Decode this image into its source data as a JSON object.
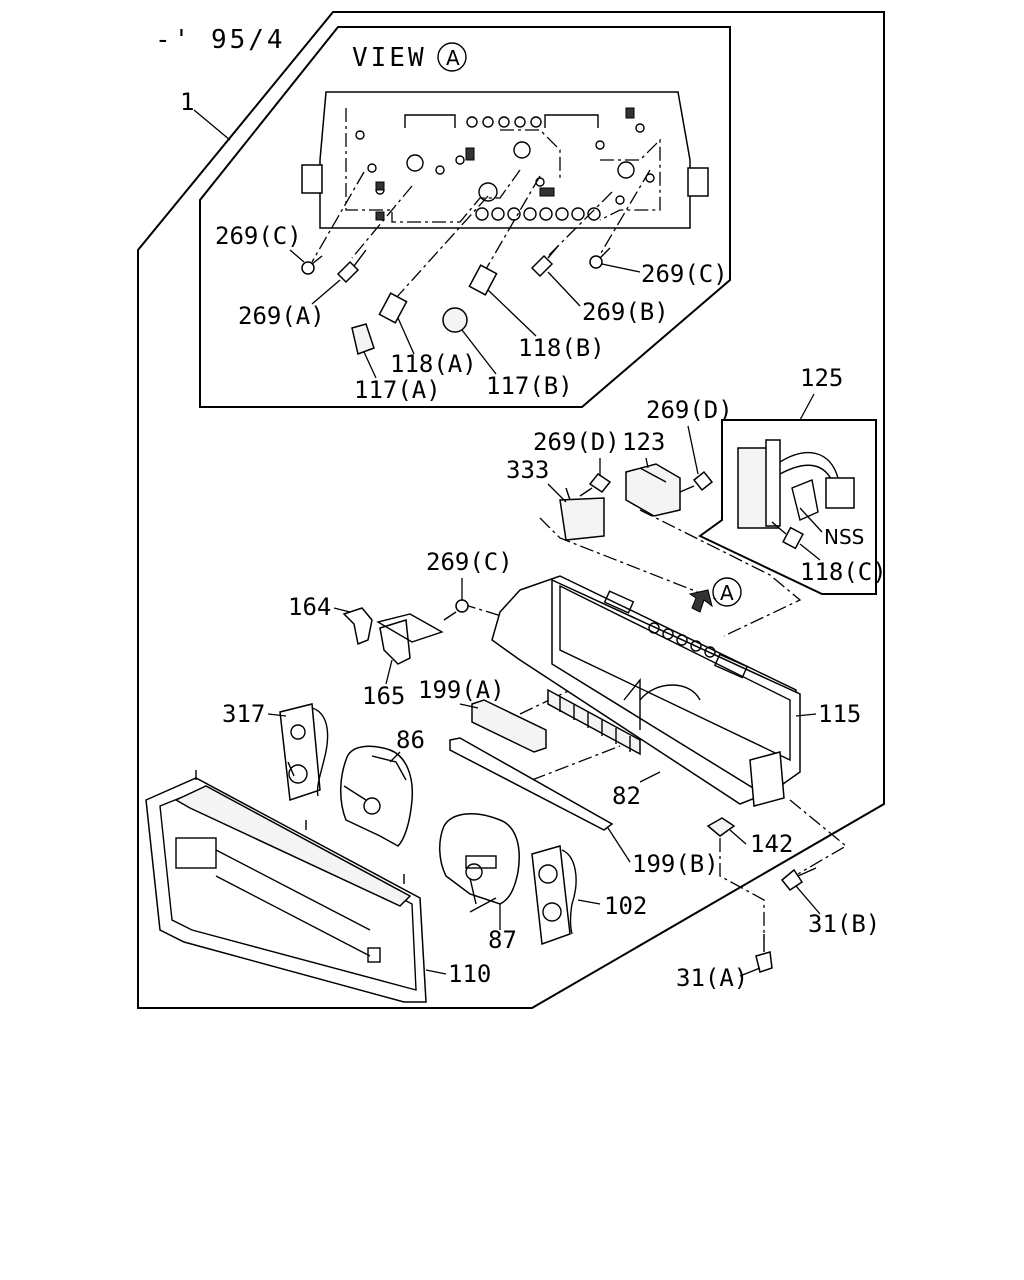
{
  "header": {
    "revision": "-' 95/4",
    "view_title": "VIEW",
    "view_marker": "A"
  },
  "callouts": {
    "assembly": "1",
    "screw_269c_top_left": "269(C)",
    "screw_269a": "269(A)",
    "screw_269c_top_right": "269(C)",
    "screw_269b": "269(B)",
    "bulb_118a": "118(A)",
    "bulb_118b": "118(B)",
    "socket_117a": "117(A)",
    "socket_117b": "117(B)",
    "connector_125": "125",
    "screw_269d_right": "269(D)",
    "screw_269d_left": "269(D)",
    "cover_123": "123",
    "bracket_333": "333",
    "nss_label": "NSS",
    "bulb_118c": "118(C)",
    "screw_269c_mid": "269(C)",
    "view_arrow_marker": "A",
    "clip_164": "164",
    "plate_165": "165",
    "board_199a": "199(A)",
    "gauge_317": "317",
    "meter_86": "86",
    "case_115": "115",
    "circuit_82": "82",
    "clip_142": "142",
    "strip_199b": "199(B)",
    "gauge_102": "102",
    "meter_87": "87",
    "screw_31b": "31(B)",
    "screw_31a": "31(A)",
    "lens_110": "110"
  }
}
